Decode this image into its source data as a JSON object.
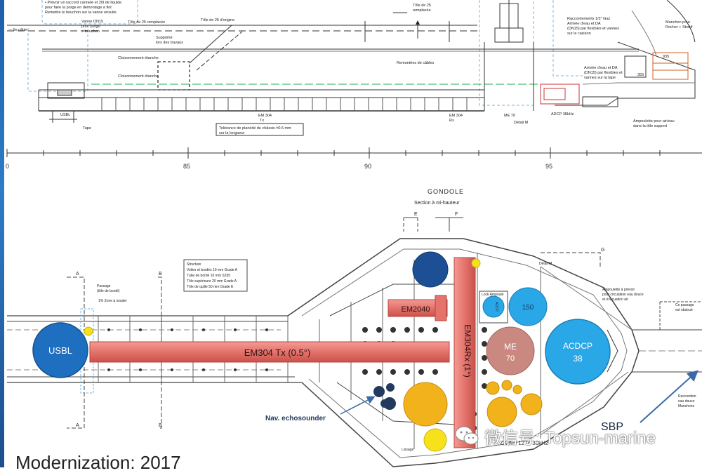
{
  "top_drawing": {
    "notes_left": [
      "• Prévoir un raccord cannelé et 20l de liquide",
      "pour faire la purge en démontage à flot",
      "Remettre le bouchon sur la vanne ensuite"
    ],
    "label_cable": "— lle câble",
    "label_vanne_1": "Vanne DN15",
    "label_vanne_2": "pour purge",
    "label_vanne_3": "+ bouchon",
    "label_tole_remplacee": "Tôle de 25 remplacée",
    "label_tole_origine": "Tôle de 25 d'origine",
    "label_supprime_1": "Supprimé",
    "label_supprime_2": "lors des travaux",
    "label_cloisonnement_1": "Cloisonnement étanche",
    "label_cloisonnement_2": "Cloisonnement étanche",
    "label_tole_remplacee_2_1": "Tôle de 25",
    "label_tole_remplacee_2_2": "remplacée",
    "label_remontees": "Remontées de câbles",
    "label_raccord_1": "Raccordements 1/2\" Gaz",
    "label_raccord_2": "Arrivée d'eau et DA",
    "label_raccord_3": "(DN15) par flexibles et vannes",
    "label_raccord_4": "sur le caisson",
    "label_arrivee_1": "Arrivée d'eau et DA",
    "label_arrivee_2": "(DN15) par flexibles et",
    "label_arrivee_3": "vannes sur la tape",
    "label_manchon_1": "Manchon pour",
    "label_manchon_2": "Rocher + Stratif",
    "label_usbl": "USBL",
    "label_tape": "Tape",
    "label_em304tx_1": "EM 304",
    "label_em304tx_2": "Tx",
    "label_em304rx_1": "EM 304",
    "label_em304rx_2": "Rx",
    "label_me70": "ME 70",
    "label_adcp": "ADCP 38kHz",
    "label_detail": "Détail M",
    "label_tolerance_1": "Tolérance de planéité du châssis ±0.6 mm",
    "label_tolerance_2": "sur la longueur",
    "label_ampoulette_1": "Ampoulette pour air/eau",
    "label_ampoulette_2": "dans la tôle support",
    "label_935": "935",
    "label_355": "355",
    "frame_marks": [
      "0",
      "85",
      "90",
      "95"
    ]
  },
  "plan": {
    "title": "GONDOLE",
    "subtitle": "Section à mi-hauteur",
    "section_marks": [
      "A",
      "B",
      "E",
      "F",
      "G"
    ],
    "structure_notes": [
      "Structure",
      "Voiles et bordés 10 mm Grade A",
      "Tube de bordé 10 mm S335",
      "Tôle supérieure 20 mm Grade A",
      "Tôle de quille 50 mm Grade E"
    ],
    "label_passage_1": "Passage",
    "label_passage_2": "(tôle de bordé)",
    "label_zone_a_souder": "1% Zone à souder",
    "label_detail_m": "Détail M",
    "label_lock_ampoule": "Lock Ampoule",
    "label_ampoulette_1": "Ampoulette à prévoir",
    "label_ampoulette_2": "pour circulation eau douce",
    "label_ampoulette_3": "et évacuation air",
    "label_ce_passage_1": "Ce passage",
    "label_ce_passage_2": "est obstrué",
    "label_raccordement_1": "Raccordem",
    "label_raccordement_2": "eau douce",
    "label_raccordement_3": "Manchons",
    "label_lissage": "Lissage",
    "label_zx": "ZX85 - 12 to 33kHz",
    "instruments": {
      "usbl": "USBL",
      "em304tx": "EM304 Tx (0.5°)",
      "em304rx": "EM304Rx (1°)",
      "em2040": "EM2040",
      "me70_line1": "ME",
      "me70_line2": "70",
      "acdcp_line1": "ACDCP",
      "acdcp_line2": "38",
      "t150": "150",
      "t_small": "ADCP",
      "nav_echosounder": "Nav. echosounder",
      "sbp": "SBP"
    },
    "colors": {
      "usbl": "#1e6fbf",
      "em304": "#e4736c",
      "em304_dark": "#c9524a",
      "me70": "#c98880",
      "acdcp": "#2aa7e6",
      "blue_dark": "#1c4f93",
      "navy": "#233a5e",
      "orange": "#f2b21c",
      "yellow": "#f6e11b",
      "arrow": "#3a6aa8"
    }
  },
  "caption": "Modernization: 2017",
  "watermark": "微信号: Topsun-marine"
}
